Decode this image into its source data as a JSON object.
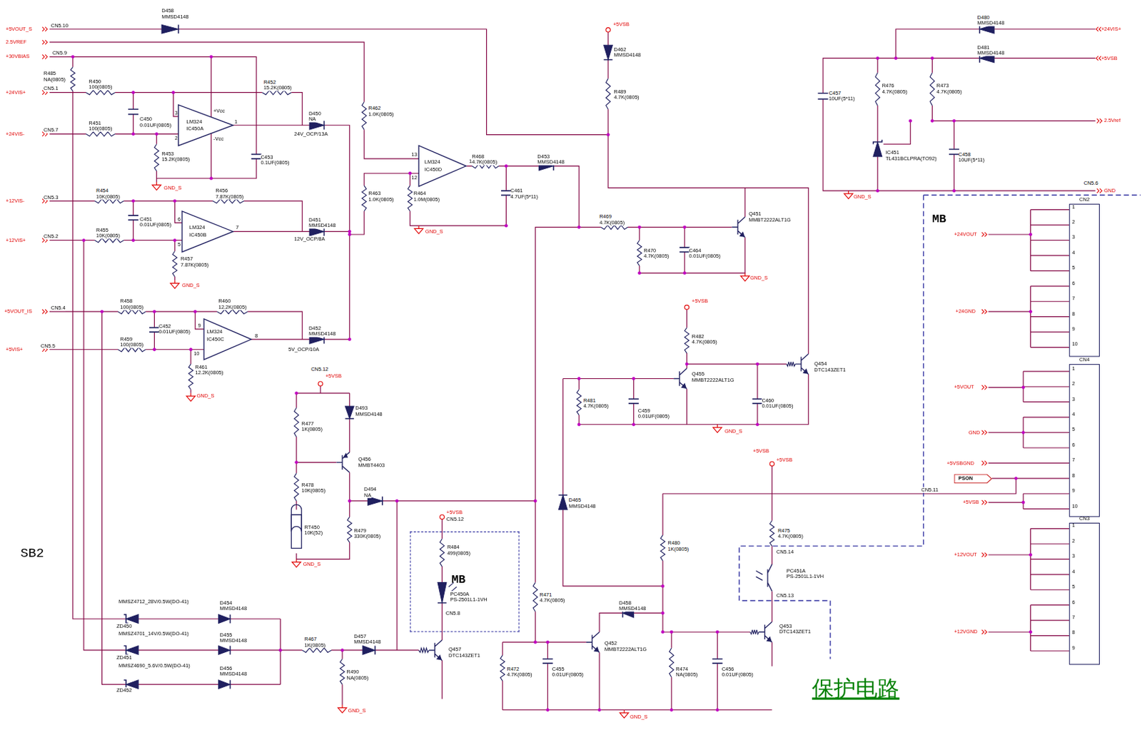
{
  "diagram": {
    "caption": "保护电路",
    "nodes": [
      {
        "text": [
          "MB"
        ]
      },
      {
        "text": [
          "CN2",
          "1",
          "2",
          "3",
          "4",
          "5",
          "6",
          "7",
          "8",
          "9",
          "10"
        ],
        "in": 0
      },
      {
        "text": [
          "CN4",
          "1",
          "2",
          "3",
          "4",
          "5",
          "6",
          "7",
          "8",
          "9",
          "10"
        ],
        "in": 0
      },
      {
        "text": [
          "PSON"
        ],
        "in": 0
      },
      {
        "text": [
          "CN3",
          "1",
          "2",
          "3",
          "4",
          "5",
          "6",
          "7",
          "8",
          "9"
        ],
        "in": 0
      },
      {
        "text": [
          "MB"
        ]
      }
    ],
    "labels": [
      "+5VOUT_S",
      "CN5.10",
      "D458",
      "MMSD4148",
      "2.5VREF",
      "+30VBIAS",
      "CN5.9",
      "R485",
      "NA(0805)",
      "R450",
      "100(0805)",
      "+24VIS+",
      "CN5.1",
      "R452",
      "15.2K(0805)",
      "LM324",
      "+Vcc",
      "IC450A",
      "-Vcc",
      "3",
      "2",
      "1",
      "C450",
      "0.01UF(0805)",
      "R451",
      "100(0805)",
      "+24VIS-",
      "CN5.7",
      "R453",
      "15.2K(0805)",
      "D450",
      "NA",
      "24V_OCP/13A",
      "C453",
      "0.1UF(0805)",
      "GND_S",
      "R462",
      "1.0K(0805)",
      "LM324",
      "IC450D",
      "13",
      "12",
      "14",
      "R468",
      "4.7K(0805)",
      "D453",
      "MMSD4148",
      "C461",
      "4.7UF(5*11)",
      "R463",
      "1.0K(0805)",
      "R464",
      "1.0M(0805)",
      "GND_S",
      "+5VSB",
      "D462",
      "MMSD4148",
      "R489",
      "4.7K(0805)",
      "D480",
      "MMSD4148",
      "+24VIS+",
      "D481",
      "MMSD4148",
      "+5VSB",
      "C457",
      "10UF(5*11)",
      "R476",
      "4.7K(0805)",
      "R473",
      "4.7K(0805)",
      "2.5Vref",
      "C458",
      "10UF(5*11)",
      "IC451",
      "TL431BCLPRA(TO92)",
      "GND_S",
      "CN5.6",
      "GND",
      "R454",
      "10K(0805)",
      "+12VIS-",
      "CN5.3",
      "R456",
      "7.87K(0805)",
      "C451",
      "0.01UF(0805)",
      "LM324",
      "IC450B",
      "6",
      "5",
      "7",
      "R455",
      "10K(0805)",
      "+12VIS+",
      "CN5.2",
      "D451",
      "MMSD4148",
      "12V_OCP/8A",
      "R457",
      "7.87K(0805)",
      "GND_S",
      "R469",
      "4.7K(0805)",
      "R470",
      "4.7K(0805)",
      "C464",
      "0.01UF(0805)",
      "Q451",
      "MMBT2222ALT1G",
      "GND_S",
      "+5VOUT_IS",
      "CN5.4",
      "R458",
      "100(0805)",
      "R460",
      "12.2K(0805)",
      "C452",
      "0.01UF(0805)",
      "LM324",
      "IC450C",
      "9",
      "10",
      "8",
      "R459",
      "100(0805)",
      "+5VIS+",
      "CN5.5",
      "D452",
      "MMSD4148",
      "5V_OCP/10A",
      "R461",
      "12.2K(0805)",
      "GND_S",
      "+5VSB",
      "R482",
      "4.7K(0805)",
      "Q455",
      "MMBT2222ALT1G",
      "Q454",
      "DTC143ZET1",
      "R481",
      "4.7K(0805)",
      "C459",
      "0.01UF(0805)",
      "C460",
      "0.01UF(0805)",
      "GND_S",
      "CN5.12",
      "+5VSB",
      "D493",
      "MMSD4148",
      "R477",
      "1K(0805)",
      "Q456",
      "MMBT4403",
      "R478",
      "10K(0805)",
      "D494",
      "NA",
      "RT450",
      "10K(52)",
      "R479",
      "330K(0805)",
      "GND_S",
      "D465",
      "MMSD4148",
      "+5VSB",
      "+5VSB",
      "CN5.11",
      "R475",
      "4.7K(0805)",
      "CN5.14",
      "PC451A",
      "PS-2501L1-1VH",
      "CN5.13",
      "R480",
      "1K(0805)",
      "+5VSB",
      "CN5.12",
      "R484",
      "499(0805)",
      "PC450A",
      "PS-2501L1-1VH",
      "CN5.8",
      "R471",
      "4.7K(0805)",
      "D458",
      "MMSD4148",
      "Q452",
      "MMBT2222ALT1G",
      "Q453",
      "DTC143ZET1",
      "R472",
      "4.7K(0805)",
      "C455",
      "0.01UF(0805)",
      "R474",
      "NA(0805)",
      "C456",
      "0.01UF(0805)",
      "GND_S",
      "MMSZ4712_28V/0.5W(DO-41)",
      "ZD450",
      "D454",
      "MMSD4148",
      "MMSZ4701_14V/0.5W(DO-41)",
      "ZD451",
      "D455",
      "MMSD4148",
      "MMSZ4690_5.6V/0.5W(DO-41)",
      "ZD452",
      "D456",
      "MMSD4148",
      "R467",
      "1K(0805)",
      "D457",
      "MMSD4148",
      "R490",
      "NA(0805)",
      "GND_S",
      "Q457",
      "DTC143ZET1",
      "SB2",
      "+24VOUT",
      "+24GND",
      "+5VOUT",
      "GND",
      "+5VSBGND",
      "+5VSB",
      "+12VOUT",
      "+12VGND"
    ]
  }
}
